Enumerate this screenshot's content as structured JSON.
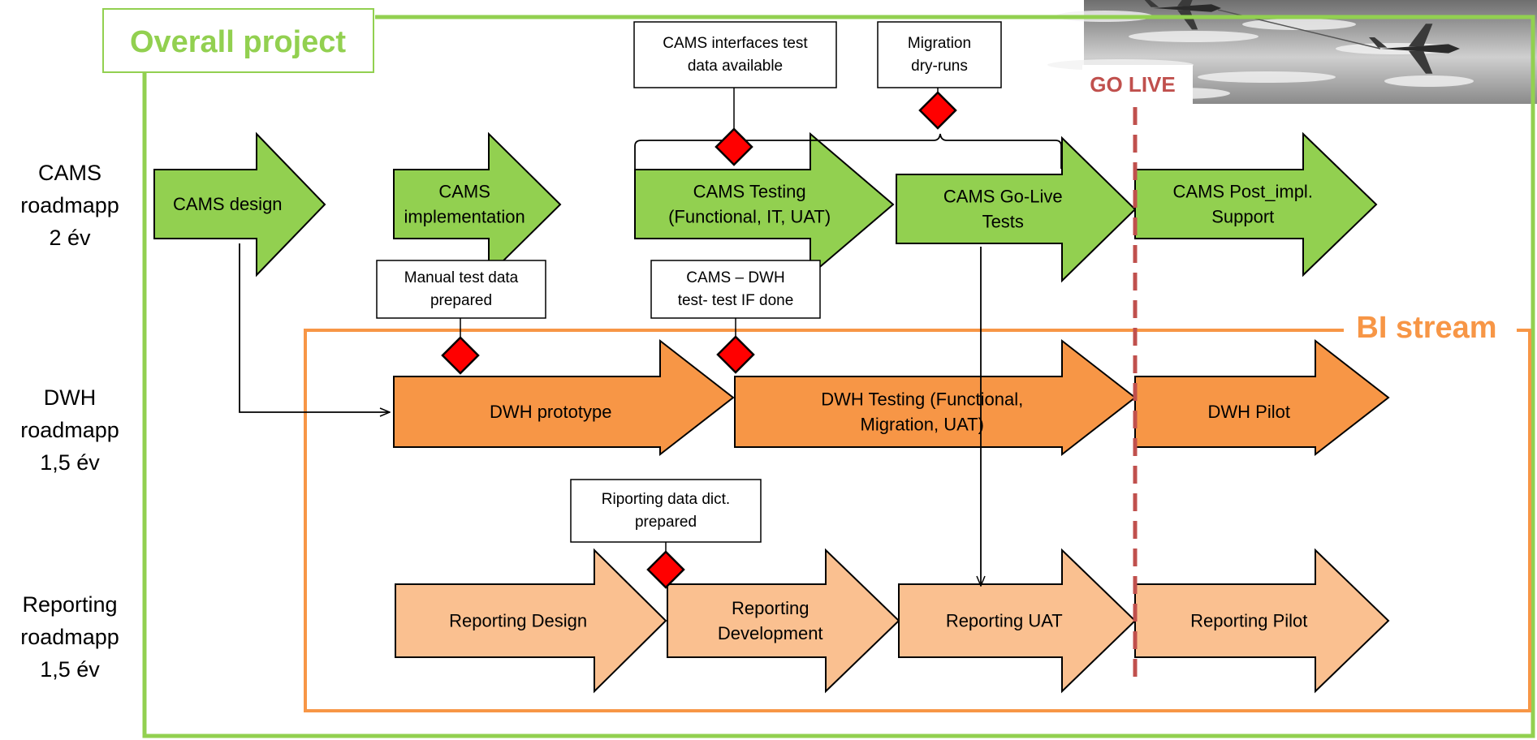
{
  "colors": {
    "green_border": "#92d050",
    "green_fill": "#92d050",
    "dark_orange_fill": "#f79646",
    "light_orange_fill": "#fac090",
    "orange_border": "#f79646",
    "go_live_red": "#c0504d",
    "milestone_red": "#ff0000"
  },
  "title": "Overall project",
  "bi_stream_label": "BI stream",
  "go_live_label": "GO LIVE",
  "rows": [
    {
      "id": "cams",
      "label_lines": [
        "CAMS",
        "roadmapp",
        "2 év"
      ]
    },
    {
      "id": "dwh",
      "label_lines": [
        "DWH",
        "roadmapp",
        "1,5 év"
      ]
    },
    {
      "id": "reporting",
      "label_lines": [
        "Reporting",
        "roadmapp",
        "1,5 év"
      ]
    }
  ],
  "phases": {
    "cams": [
      {
        "lines": [
          "CAMS design"
        ],
        "fill": "green"
      },
      {
        "lines": [
          "CAMS",
          "implementation"
        ],
        "fill": "green"
      },
      {
        "lines": [
          "CAMS Testing",
          "(Functional, IT, UAT)"
        ],
        "fill": "green"
      },
      {
        "lines": [
          "CAMS Go-Live",
          "Tests"
        ],
        "fill": "green"
      },
      {
        "lines": [
          "CAMS Post_impl.",
          "Support"
        ],
        "fill": "green"
      }
    ],
    "dwh": [
      {
        "lines": [
          "DWH prototype"
        ],
        "fill": "dark_orange"
      },
      {
        "lines": [
          "DWH Testing (Functional,",
          "Migration, UAT)"
        ],
        "fill": "dark_orange"
      },
      {
        "lines": [
          "DWH Pilot"
        ],
        "fill": "dark_orange"
      }
    ],
    "reporting": [
      {
        "lines": [
          "Reporting Design"
        ],
        "fill": "light_orange"
      },
      {
        "lines": [
          "Reporting",
          "Development"
        ],
        "fill": "light_orange"
      },
      {
        "lines": [
          "Reporting UAT"
        ],
        "fill": "light_orange"
      },
      {
        "lines": [
          "Reporting Pilot"
        ],
        "fill": "light_orange"
      }
    ]
  },
  "milestones": [
    {
      "id": "cams-interfaces",
      "lines": [
        "CAMS interfaces test",
        "data available"
      ]
    },
    {
      "id": "migration-dry-runs",
      "lines": [
        "Migration",
        "dry-runs"
      ]
    },
    {
      "id": "manual-test-data",
      "lines": [
        "Manual test data",
        "prepared"
      ]
    },
    {
      "id": "cams-dwh-test",
      "lines": [
        "CAMS – DWH",
        "test- test IF done"
      ]
    },
    {
      "id": "riporting-data-dict",
      "lines": [
        "Riporting data dict.",
        "prepared"
      ]
    }
  ],
  "image_description": "photo of aerial refueling aircraft above clouds"
}
